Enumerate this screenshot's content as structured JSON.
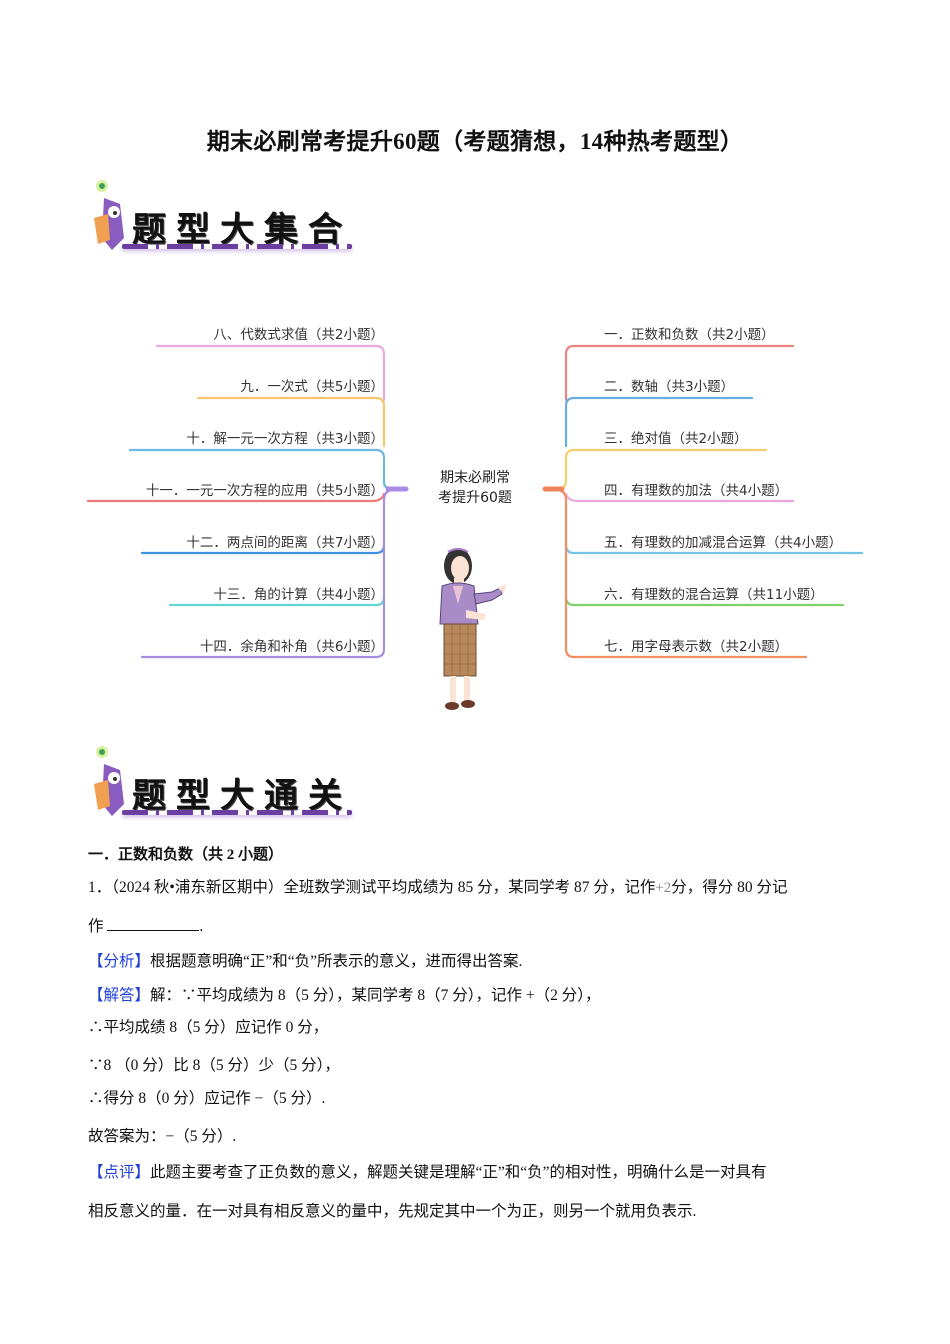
{
  "document": {
    "title": "期末必刷常考提升60题（考题猜想，14种热考题型）"
  },
  "banners": {
    "overview": "题型大集合",
    "practice": "题型大通关"
  },
  "mind_map": {
    "center": {
      "line1": "期末必刷常",
      "line2": "考提升60题"
    },
    "left_items": [
      {
        "label": "八、代数式求值（共2小题）",
        "color": "#e9a7dc"
      },
      {
        "label": "九．一次式（共5小题）",
        "color": "#f7c66c"
      },
      {
        "label": "十．解一元一次方程（共3小题）",
        "color": "#6db8e3"
      },
      {
        "label": "十一．一元一次方程的应用（共5小题）",
        "color": "#ea7a7a"
      },
      {
        "label": "十二．两点间的距离（共7小题）",
        "color": "#3f8fdc"
      },
      {
        "label": "十三．角的计算（共4小题）",
        "color": "#5fd6cf"
      },
      {
        "label": "十四．余角和补角（共6小题）",
        "color": "#a88be3"
      }
    ],
    "right_items": [
      {
        "label": "一．正数和负数（共2小题）",
        "color": "#ef8282"
      },
      {
        "label": "二．数轴（共3小题）",
        "color": "#6aaee0"
      },
      {
        "label": "三．绝对值（共2小题）",
        "color": "#f4cf6d"
      },
      {
        "label": "四．有理数的加法（共4小题）",
        "color": "#e8a6dd"
      },
      {
        "label": "五．有理数的加减混合运算（共4小题）",
        "color": "#72c3e6"
      },
      {
        "label": "六．有理数的混合运算（共11小题）",
        "color": "#7fcf6b"
      },
      {
        "label": "七．用字母表示数（共2小题）",
        "color": "#ef8f62"
      }
    ],
    "left_trunk_color": "#a88be3",
    "right_trunk_color": "#ef8458"
  },
  "section": {
    "heading": "一．正数和负数（共 2 小题）",
    "question": {
      "number": "1．",
      "line1": "（2024 秋•浦东新区期中）全班数学测试平均成绩为 85 分，某同学考 87 分，记作",
      "plus_value": "+2",
      "line1_end": "分，得分 80 分记",
      "line2_prefix": "作",
      "line2_end": "."
    },
    "analysis": {
      "tag": "【分析】",
      "text": "根据题意明确“正”和“负”所表示的意义，进而得出答案."
    },
    "answer": {
      "tag": "【解答】",
      "line1": "解：∵平均成绩为 8（5 分），某同学考 8（7 分），记作 +（2 分），",
      "line2": "∴平均成绩 8（5 分）应记作 0 分，",
      "line3": "∵8 （0 分）比 8（5 分）少（5 分），",
      "line4": "∴得分 8（0 分）应记作 −（5 分）.",
      "line5": "故答案为：−（5 分）."
    },
    "comment": {
      "tag": "【点评】",
      "line1": "此题主要考查了正负数的意义，解题关键是理解“正”和“负”的相对性，明确什么是一对具有",
      "line2": "相反意义的量．在一对具有相反意义的量中，先规定其中一个为正，则另一个就用负表示."
    }
  }
}
